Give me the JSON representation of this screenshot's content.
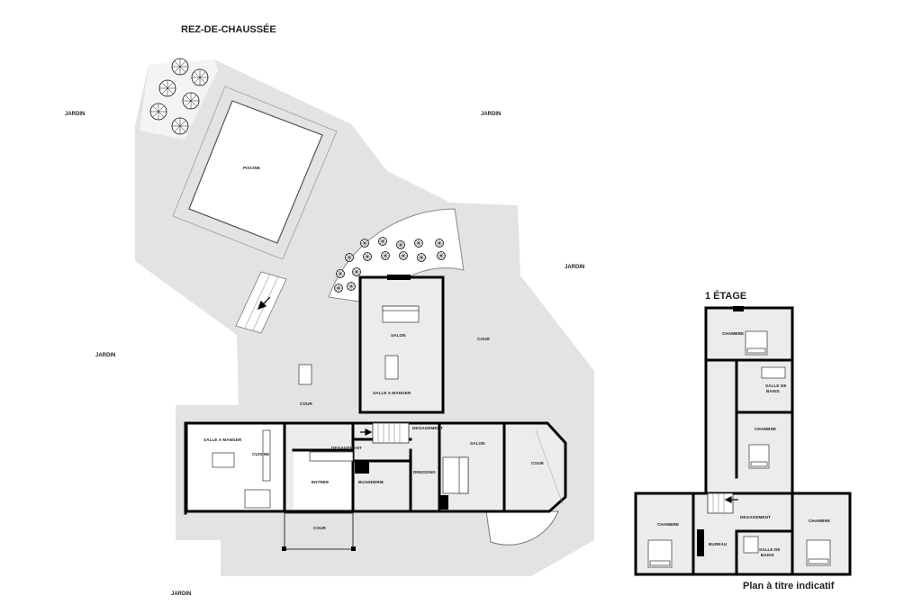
{
  "titles": {
    "ground_floor": "REZ-DE-CHAUSSÉE",
    "first_floor": "1 ÉTAGE",
    "note": "Plan à titre indicatif"
  },
  "garden_labels": [
    "JARDIN",
    "JARDIN",
    "JARDIN",
    "JARDIN",
    "JARDIN"
  ],
  "ground_rooms": {
    "piscine": "PISCINE",
    "salon_top": "SALON",
    "salle_a_manger_top": "SALLE A MANGER",
    "cour_right": "COUR",
    "cour_terrace": "COUR",
    "degagement_1": "DEGAGEMENT",
    "degagement_2": "DEGAGEMENT",
    "salle_a_manger": "SALLE A MANGER",
    "cuisine": "CUISINE",
    "entree": "ENTREE",
    "buanderie": "BUANDERIE",
    "dressing": "DRESSING",
    "salon_bottom": "SALON",
    "cour_bay": "COUR",
    "cour_bottom": "COUR"
  },
  "first_rooms": {
    "chambre_1": "CHAMBRE",
    "salle_de_bains_1a": "SALLE DE",
    "salle_de_bains_1b": "BAINS",
    "chambre_2": "CHAMBRE",
    "chambre_3": "CHAMBRE",
    "degagement": "DEGAGEMENT",
    "chambre_4": "CHAMBRE",
    "bureau": "BUREAU",
    "salle_de_bains_2a": "SALLE DE",
    "salle_de_bains_2b": "BAINS"
  },
  "icons": {
    "tree": "tree-icon",
    "arrow": "arrow-icon",
    "bed": "bed-icon",
    "sofa": "sofa-icon",
    "table": "dining-table-icon"
  }
}
